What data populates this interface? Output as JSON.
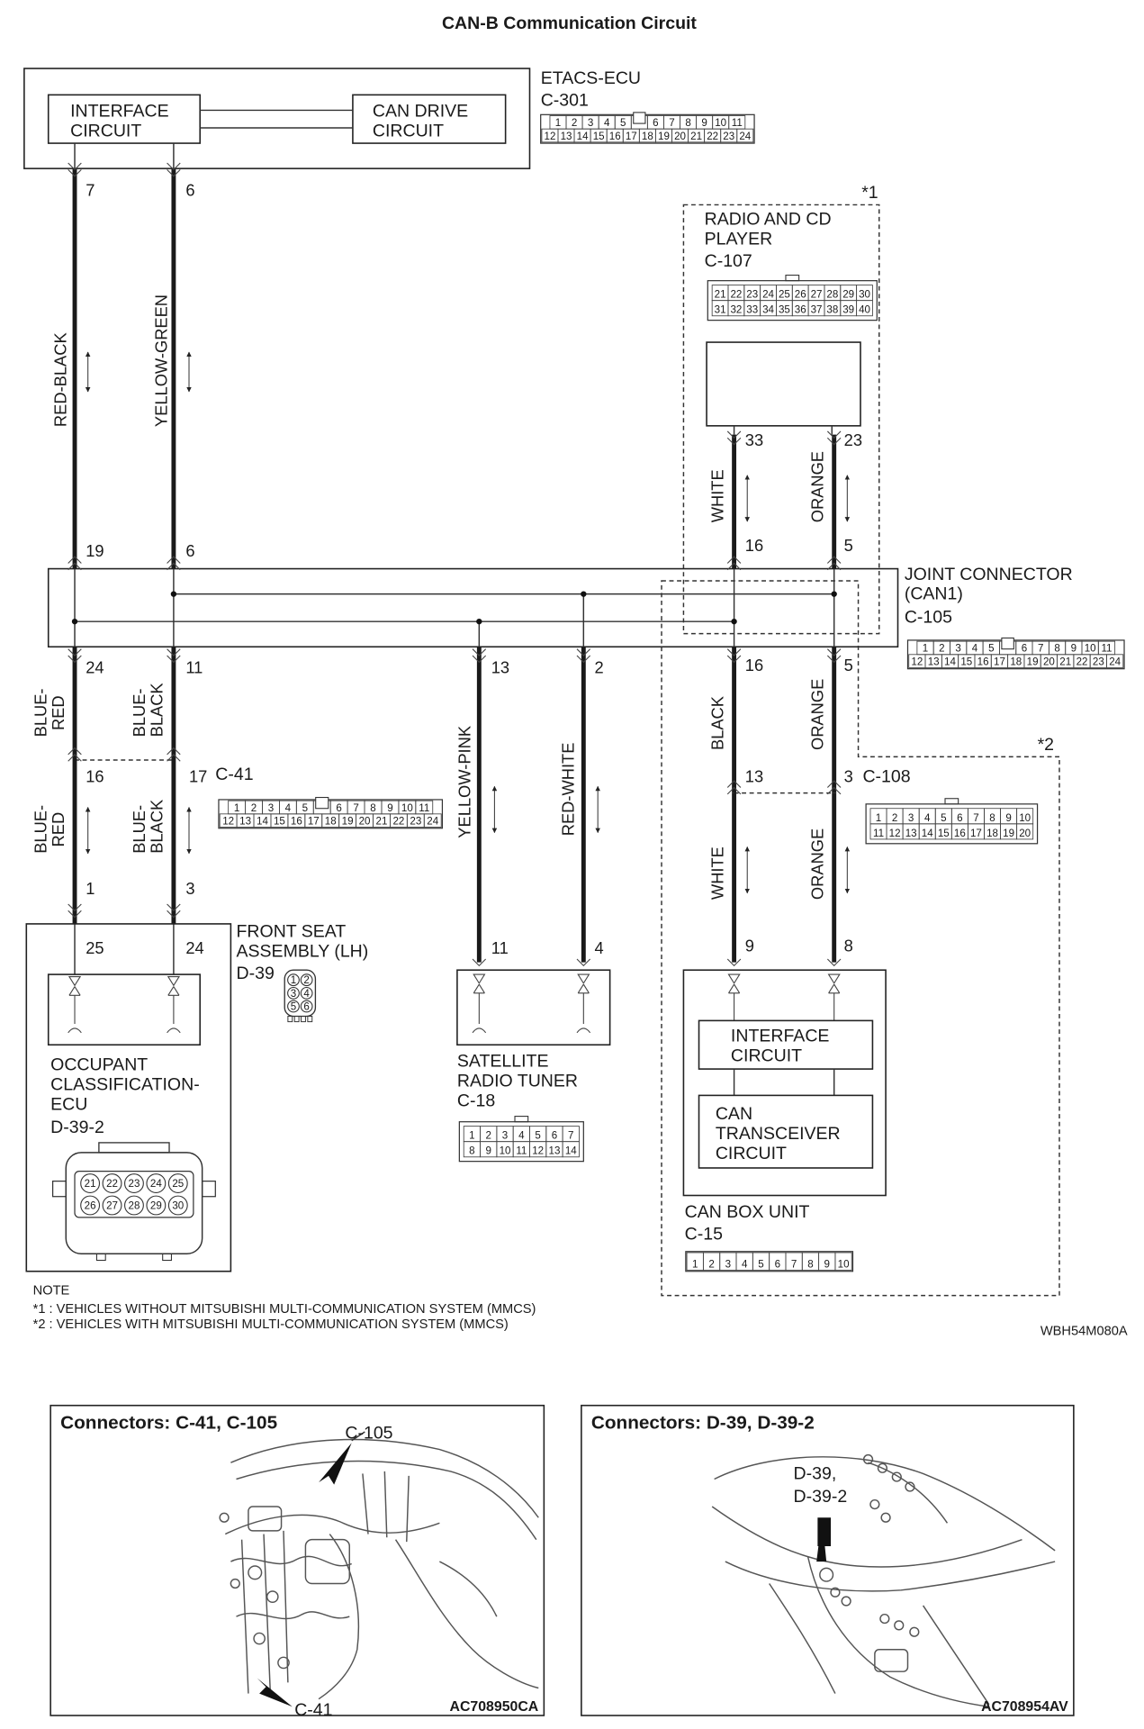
{
  "title": "CAN-B Communication Circuit",
  "etacs": {
    "name": "ETACS-ECU",
    "connector": "C-301",
    "interface": [
      "INTERFACE",
      "CIRCUIT"
    ],
    "can_drive": [
      "CAN DRIVE",
      "CIRCUIT"
    ]
  },
  "radio": {
    "mark": "*1",
    "name": [
      "RADIO AND CD",
      "PLAYER"
    ],
    "connector": "C-107"
  },
  "joint": {
    "name": [
      "JOINT CONNECTOR",
      "(CAN1)"
    ],
    "connector": "C-105"
  },
  "c108": {
    "mark": "*2",
    "connector": "C-108"
  },
  "c41": {
    "connector": "C-41"
  },
  "front_seat": {
    "name": [
      "FRONT SEAT",
      "ASSEMBLY (LH)"
    ],
    "connector": "D-39"
  },
  "occupant": {
    "name": [
      "OCCUPANT",
      "CLASSIFICATION-",
      "ECU"
    ],
    "connector": "D-39-2"
  },
  "satellite": {
    "name": [
      "SATELLITE",
      "RADIO TUNER"
    ],
    "connector": "C-18"
  },
  "canbox": {
    "name": "CAN BOX UNIT",
    "connector": "C-15",
    "interface": [
      "INTERFACE",
      "CIRCUIT"
    ],
    "transceiver": [
      "CAN",
      "TRANSCEIVER",
      "CIRCUIT"
    ]
  },
  "pins": {
    "etacs_a": "7",
    "etacs_b": "6",
    "joint_in_a": "19",
    "joint_in_b": "6",
    "joint_in_c": "16",
    "joint_in_d": "5",
    "radio_a": "33",
    "radio_b": "23",
    "joint_out_a": "24",
    "joint_out_b": "11",
    "joint_out_c": "13",
    "joint_out_d": "2",
    "joint_out_e": "16",
    "joint_out_f": "5",
    "c41_a": "16",
    "c41_b": "17",
    "c108_a": "13",
    "c108_b": "3",
    "seat_a": "1",
    "seat_b": "3",
    "occ_a": "25",
    "occ_b": "24",
    "sat_a": "11",
    "sat_b": "4",
    "box_a": "9",
    "box_b": "8"
  },
  "wires": {
    "red_black": "RED-BLACK",
    "yellow_green": "YELLOW-GREEN",
    "white_upper": "WHITE",
    "orange_upper": "ORANGE",
    "blue_red_1": [
      "BLUE-",
      "RED"
    ],
    "blue_black_1": [
      "BLUE-",
      "BLACK"
    ],
    "blue_red_2": [
      "BLUE-",
      "RED"
    ],
    "blue_black_2": [
      "BLUE-",
      "BLACK"
    ],
    "yellow_pink": "YELLOW-PINK",
    "red_white": "RED-WHITE",
    "black": "BLACK",
    "orange_mid": "ORANGE",
    "white_lower": "WHITE",
    "orange_lower": "ORANGE"
  },
  "connector_faces": {
    "c301": [
      [
        "1",
        "2",
        "3",
        "4",
        "5",
        "",
        "6",
        "7",
        "8",
        "9",
        "10",
        "11"
      ],
      [
        "12",
        "13",
        "14",
        "15",
        "16",
        "17",
        "18",
        "19",
        "20",
        "21",
        "22",
        "23",
        "24"
      ]
    ],
    "c107": [
      [
        "21",
        "22",
        "23",
        "24",
        "25",
        "26",
        "27",
        "28",
        "29",
        "30"
      ],
      [
        "31",
        "32",
        "33",
        "34",
        "35",
        "36",
        "37",
        "38",
        "39",
        "40"
      ]
    ],
    "c105": [
      [
        "1",
        "2",
        "3",
        "4",
        "5",
        "",
        "6",
        "7",
        "8",
        "9",
        "10",
        "11"
      ],
      [
        "12",
        "13",
        "14",
        "15",
        "16",
        "17",
        "18",
        "19",
        "20",
        "21",
        "22",
        "23",
        "24"
      ]
    ],
    "c41": [
      [
        "1",
        "2",
        "3",
        "4",
        "5",
        "",
        "6",
        "7",
        "8",
        "9",
        "10",
        "11"
      ],
      [
        "12",
        "13",
        "14",
        "15",
        "16",
        "17",
        "18",
        "19",
        "20",
        "21",
        "22",
        "23",
        "24"
      ]
    ],
    "c108": [
      [
        "1",
        "2",
        "3",
        "4",
        "5",
        "6",
        "7",
        "8",
        "9",
        "10"
      ],
      [
        "11",
        "12",
        "13",
        "14",
        "15",
        "16",
        "17",
        "18",
        "19",
        "20"
      ]
    ],
    "d39": [
      "1",
      "2",
      "3",
      "4",
      "5",
      "6"
    ],
    "d392": [
      [
        "21",
        "22",
        "23",
        "24",
        "25"
      ],
      [
        "26",
        "27",
        "28",
        "29",
        "30"
      ]
    ],
    "c18": [
      [
        "1",
        "2",
        "3",
        "4",
        "5",
        "6",
        "7"
      ],
      [
        "8",
        "9",
        "10",
        "11",
        "12",
        "13",
        "14"
      ]
    ],
    "c15": [
      "1",
      "2",
      "3",
      "4",
      "5",
      "6",
      "7",
      "8",
      "9",
      "10"
    ]
  },
  "notes": {
    "heading": "NOTE",
    "n1": "*1 : VEHICLES WITHOUT MITSUBISHI MULTI-COMMUNICATION SYSTEM (MMCS)",
    "n2": "*2 : VEHICLES WITH MITSUBISHI MULTI-COMMUNICATION SYSTEM (MMCS)",
    "figure_code": "WBH54M080A"
  },
  "panels": [
    {
      "heading": "Connectors: C-41, C-105",
      "callouts": [
        "C-105",
        "C-41"
      ],
      "code": "AC708950CA"
    },
    {
      "heading": "Connectors: D-39, D-39-2",
      "callouts": [
        "D-39,",
        "D-39-2"
      ],
      "code": "AC708954AV"
    }
  ]
}
